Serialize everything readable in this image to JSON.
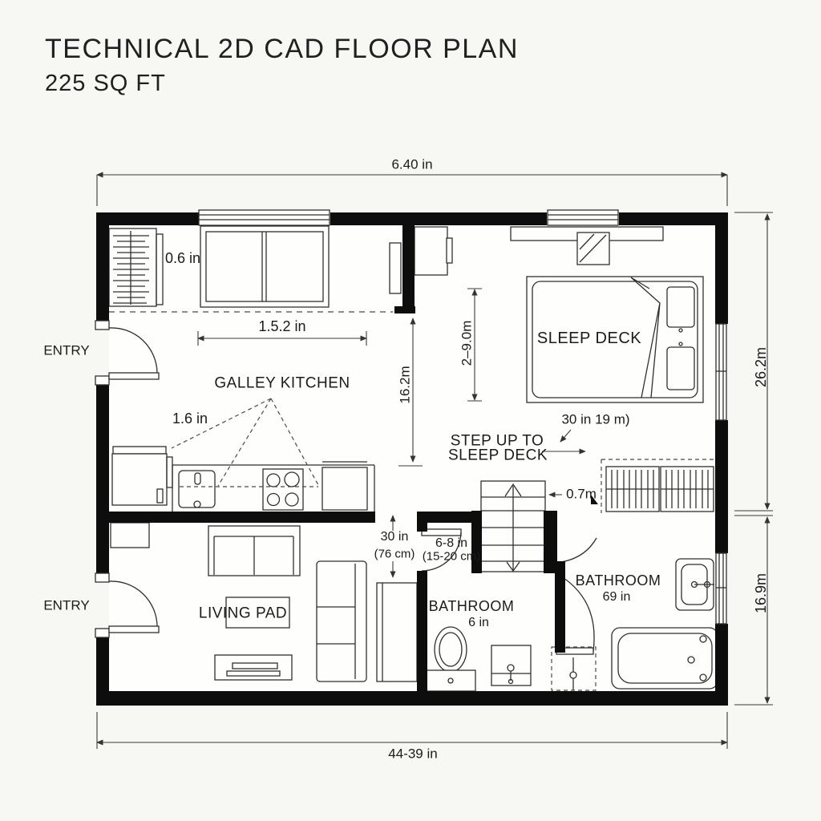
{
  "title": {
    "line1": "TECHNICAL 2D CAD FLOOR PLAN",
    "line2": "225 SQ FT"
  },
  "rooms": {
    "galley_kitchen": "GALLEY KITCHEN",
    "sleep_deck": "SLEEP DECK",
    "living_pad": "LIVING PAD",
    "bathroom_left": "BATHROOM",
    "bathroom_right": "BATHROOM"
  },
  "annotations": {
    "entry": "ENTRY",
    "step_up_line1": "STEP UP TO",
    "step_up_line2": "SLEEP DECK"
  },
  "dimensions": {
    "top_width": "6.40 in",
    "bottom_width": "44-39 in",
    "right_upper_height": "26.2m",
    "right_lower_height": "16.9m",
    "kitchen_interior_height": "16.2m",
    "closet_depth": "0.6 in",
    "kitchen_window_width": "1.5.2 in",
    "work_triangle": "1.6 in",
    "bed_depth": "2–9.0m",
    "bed_width": "30 in 19 m)",
    "stair_width": "0.7m",
    "clearance": "30 in",
    "clearance_metric": "(76 cm)",
    "step_height": "6-8 in",
    "step_height_metric": "(15-20 cm)",
    "bathroom_left": "6 in",
    "bathroom_right": "69 in"
  },
  "colors": {
    "wall": "#0d0d0d",
    "line": "#2f2f2f",
    "dim": "#3a3a3a",
    "background": "#f7f7f4",
    "floor": "#fefefc",
    "text": "#1b1b1b"
  }
}
